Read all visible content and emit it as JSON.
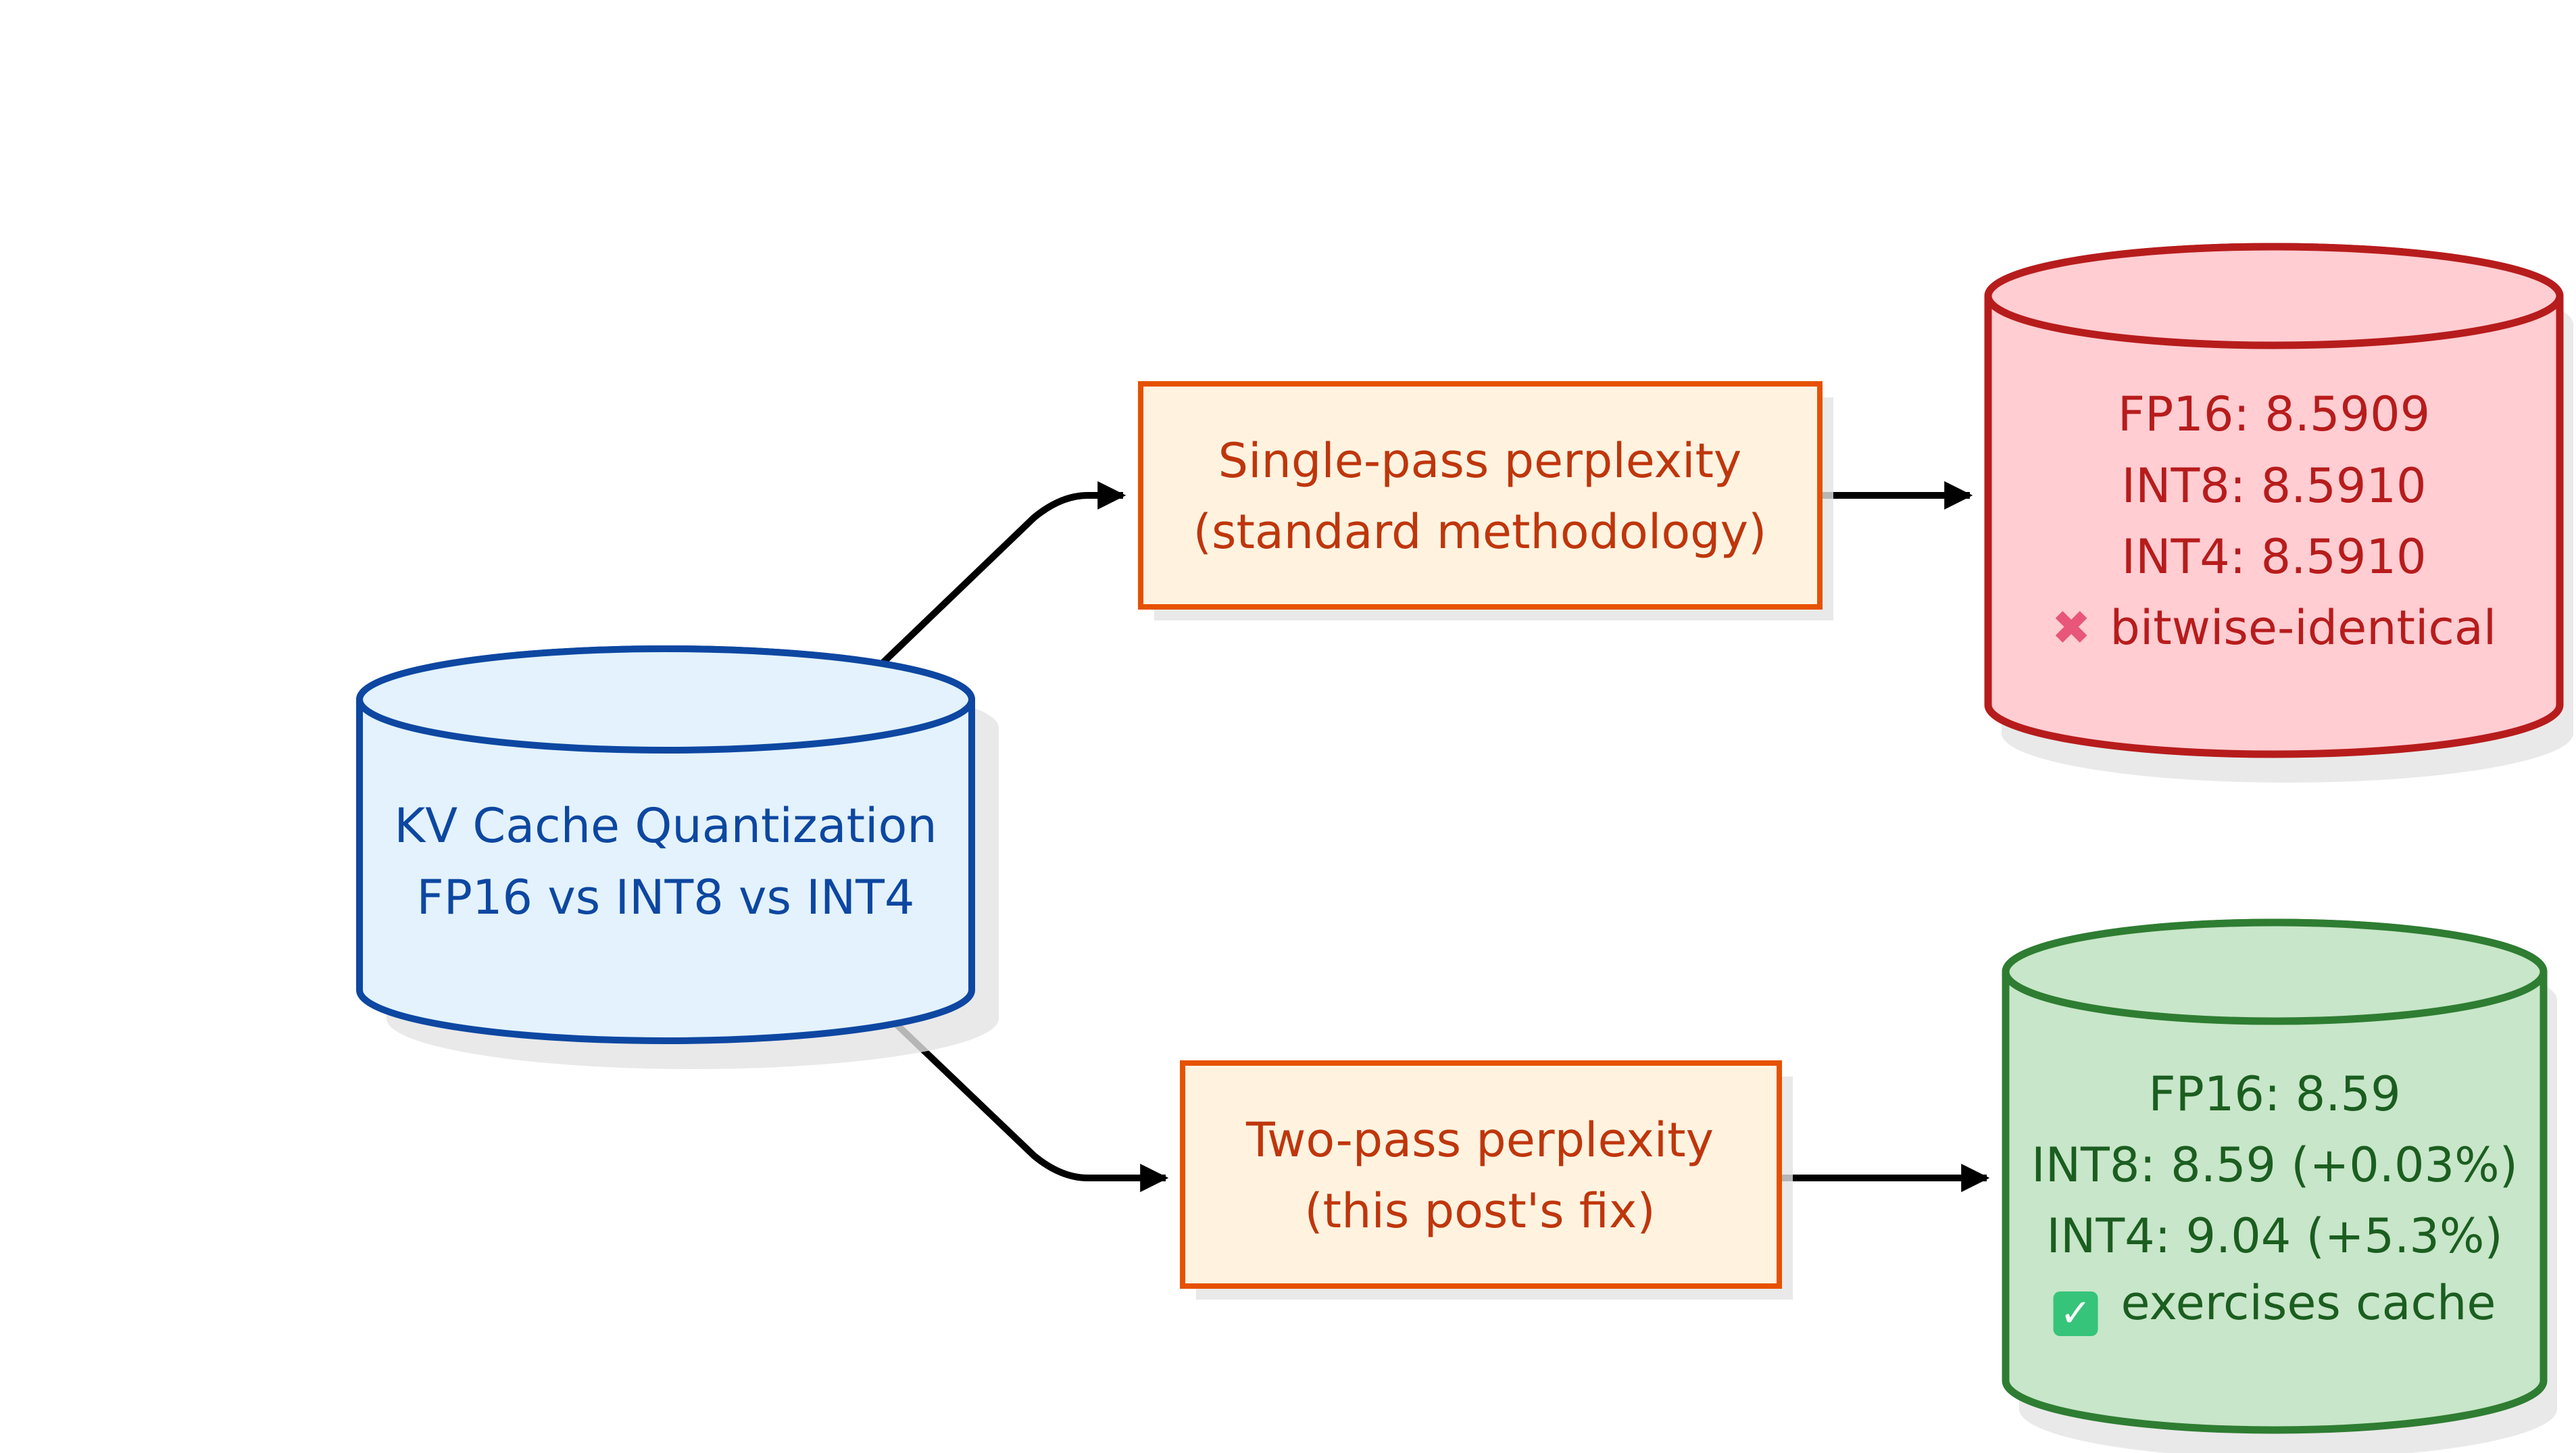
{
  "diagram": {
    "source": {
      "line1": "KV Cache Quantization",
      "line2": "FP16 vs INT8 vs INT4"
    },
    "single_pass": {
      "line1": "Single-pass perplexity",
      "line2": "(standard methodology)"
    },
    "two_pass": {
      "line1": "Two-pass perplexity",
      "line2": "(this post's fix)"
    },
    "single_result": {
      "fp16": "FP16: 8.5909",
      "int8": "INT8: 8.5910",
      "int4": "INT4: 8.5910",
      "verdict_icon": "cross-mark-icon",
      "verdict_glyph": "✖",
      "verdict": "bitwise-identical"
    },
    "two_result": {
      "fp16": "FP16: 8.59",
      "int8": "INT8: 8.59 (+0.03%)",
      "int4": "INT4: 9.04 (+5.3%)",
      "verdict_icon": "check-mark-icon",
      "verdict_glyph": "✓",
      "verdict": "exercises cache"
    }
  },
  "colors": {
    "source_fill": "#e3f2fd",
    "source_stroke": "#0d47a1",
    "process_fill": "#fff3e0",
    "process_stroke": "#e65100",
    "fail_fill": "#ffcdd2",
    "fail_stroke": "#b71c1c",
    "ok_fill": "#c8e6c9",
    "ok_stroke": "#2e7d32",
    "edge": "#000000"
  }
}
